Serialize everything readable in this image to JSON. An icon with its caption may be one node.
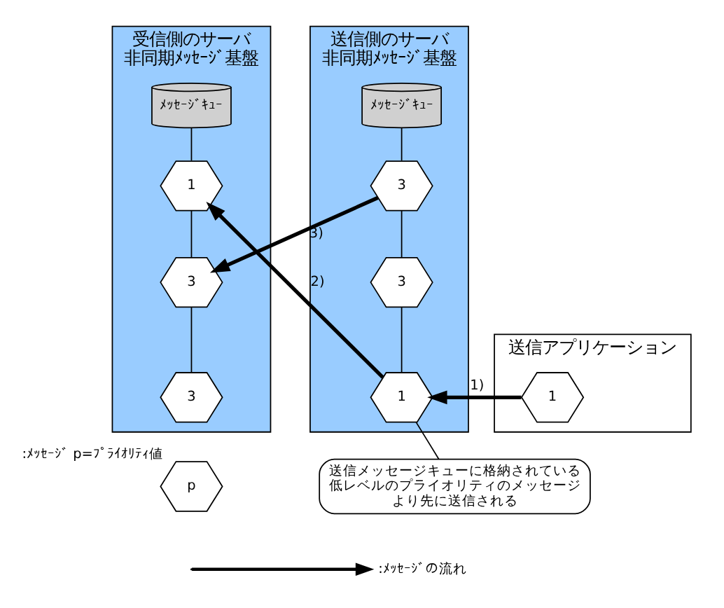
{
  "diagram": {
    "nodes": [
      {
        "text": [
          "送信アプリケーション"
        ]
      },
      {
        "text": [
          "1"
        ],
        "in": 0
      },
      {
        "text": [
          "送信側のサーバ",
          "非同期ﾒｯｾｰｼﾞ基盤"
        ]
      },
      {
        "text": [
          "ﾒｯｾｰｼﾞｷｭｰ"
        ],
        "in": 2
      },
      {
        "text": [
          "3"
        ],
        "in": 2
      },
      {
        "text": [
          "3"
        ],
        "in": 2
      },
      {
        "text": [
          "1"
        ],
        "in": 2
      },
      {
        "text": [
          "受信側のサーバ",
          "非同期ﾒｯｾｰｼﾞ基盤"
        ]
      },
      {
        "text": [
          "ﾒｯｾｰｼﾞｷｭｰ"
        ],
        "in": 7
      },
      {
        "text": [
          "1"
        ],
        "in": 7
      },
      {
        "text": [
          "3"
        ],
        "in": 7
      },
      {
        "text": [
          "3"
        ],
        "in": 7
      },
      {
        "text": [
          "送信メッセージキューに格納されている低レベルのプライオリティのメッセージより先に送信される"
        ]
      },
      {
        "text": [
          "p"
        ],
        "beside": [
          ":ﾒｯｾｰｼﾞ p=ﾌﾟﾗｲｵﾘﾃｨ値"
        ]
      }
    ],
    "edges": [
      {
        "from": 3,
        "to": 4,
        "arrow": "none"
      },
      {
        "from": 4,
        "to": 5,
        "arrow": "none"
      },
      {
        "from": 5,
        "to": 6,
        "arrow": "none"
      },
      {
        "from": 8,
        "to": 9,
        "arrow": "none"
      },
      {
        "from": 9,
        "to": 10,
        "arrow": "none"
      },
      {
        "from": 10,
        "to": 11,
        "arrow": "none"
      },
      {
        "from": 1,
        "to": 6,
        "arrow": "to",
        "label": "1)",
        "style": "thick"
      },
      {
        "from": 6,
        "to": 9,
        "arrow": "to",
        "label": "2)",
        "style": "thick"
      },
      {
        "from": 4,
        "to": 10,
        "arrow": "to",
        "label": "3)",
        "style": "thick"
      },
      {
        "from": 12,
        "to": 6,
        "arrow": "none"
      }
    ],
    "legend": [
      {
        "text": ":ﾒｯｾｰｼﾞの流れ"
      }
    ]
  }
}
